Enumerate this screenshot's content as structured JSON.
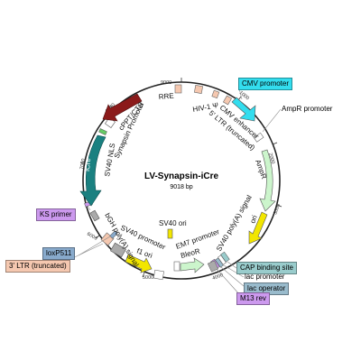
{
  "plasmid": {
    "name": "LV-Synapsin-iCre",
    "size_label": "9018 bp"
  },
  "ticks": [
    {
      "label": "1000"
    },
    {
      "label": "2000"
    },
    {
      "label": "3000"
    },
    {
      "label": "4000"
    },
    {
      "label": "5000"
    },
    {
      "label": "6000"
    },
    {
      "label": "7000"
    },
    {
      "label": "8000"
    },
    {
      "label": "9000"
    }
  ],
  "features": {
    "rre": "RRE",
    "hiv_psi": "HIV-1 Ψ",
    "cmv_enhancer": "CMV enhancer",
    "ltr5": "5' LTR (truncated)",
    "ampr": "AmpR",
    "ori": "ori",
    "sv40_polya_right": "SV40 poly(A) signal",
    "em7": "EM7 promoter",
    "bleor": "BleoR",
    "sv40_ori": "SV40 ori",
    "sv40_promoter": "SV40 promoter",
    "f1_ori": "f1 ori",
    "bgh": "bGH poly(A) signal",
    "icre": "iCre",
    "sv40_nls": "SV40 NLS",
    "synapsin": "Synapsin Promoter",
    "cppt": "cPPT/CTS"
  },
  "callouts": {
    "cmv_promoter": "CMV promoter",
    "ampr_promoter": "AmpR promoter",
    "ks_primer": "KS primer",
    "loxp": "loxP511",
    "ltr3": "3' LTR (truncated)",
    "cap": "CAP binding site",
    "lac_promoter": "lac promoter",
    "lac_operator": "lac operator",
    "m13": "M13 rev"
  },
  "colors": {
    "cmv_promoter": "#33ddee",
    "ampr": "#ccf5cc",
    "ori": "#f2e600",
    "icre": "#1a8080",
    "cppt": "#8b1a1a",
    "ks_primer": "#cc99ee",
    "loxp": "#88aacc",
    "ltr3": "#f5c8b0",
    "cap": "#99cccc",
    "lac_promoter": "#ffffff",
    "lac_operator": "#99bbcc",
    "m13": "#cc99ee",
    "bleor": "#ccf5cc",
    "misc_gray": "#aaaaaa"
  }
}
